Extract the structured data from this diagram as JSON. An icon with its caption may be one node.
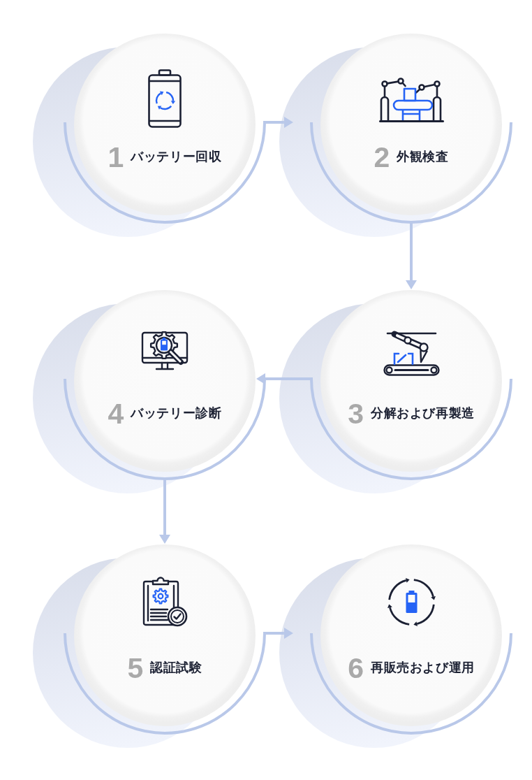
{
  "diagram": {
    "nodes": [
      {
        "text": [
          "1",
          "バッテリー回収"
        ]
      },
      {
        "text": [
          "2",
          "外観検査"
        ]
      },
      {
        "text": [
          "4",
          "バッテリー診断"
        ]
      },
      {
        "text": [
          "3",
          "分解および再製造"
        ]
      },
      {
        "text": [
          "5",
          "認証試験"
        ]
      },
      {
        "text": [
          "6",
          "再販売および運用"
        ]
      }
    ],
    "edges": [
      {
        "from": 0,
        "to": 1,
        "arrow": "to"
      },
      {
        "from": 1,
        "to": 3,
        "arrow": "to"
      },
      {
        "from": 3,
        "to": 2,
        "arrow": "to"
      },
      {
        "from": 2,
        "to": 4,
        "arrow": "to"
      },
      {
        "from": 4,
        "to": 5,
        "arrow": "to"
      }
    ]
  }
}
